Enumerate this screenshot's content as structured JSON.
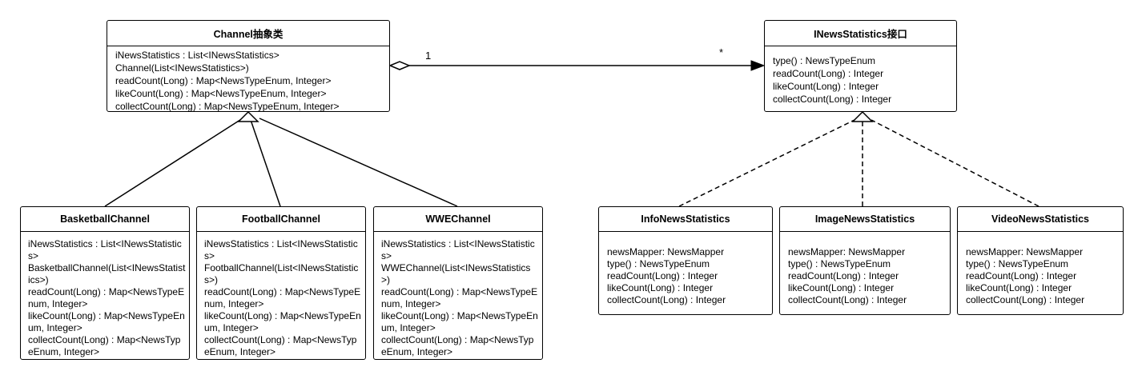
{
  "diagram": {
    "classes": {
      "channel": {
        "title": "Channel抽象类",
        "members": [
          "iNewsStatistics : List<INewsStatistics>",
          "Channel(List<INewsStatistics>)",
          "readCount(Long) : Map<NewsTypeEnum, Integer>",
          "likeCount(Long) : Map<NewsTypeEnum, Integer>",
          "collectCount(Long) : Map<NewsTypeEnum, Integer>"
        ]
      },
      "inews": {
        "title": "INewsStatistics接口",
        "members": [
          "type() : NewsTypeEnum",
          "readCount(Long) : Integer",
          "likeCount(Long) : Integer",
          "collectCount(Long) : Integer"
        ]
      },
      "basketball": {
        "title": "BasketballChannel",
        "members": [
          "iNewsStatistics : List<INewsStatistics>",
          "BasketballChannel(List<INewsStatistics>)",
          "readCount(Long) : Map<NewsTypeEnum, Integer>",
          "likeCount(Long) : Map<NewsTypeEnum, Integer>",
          "collectCount(Long) : Map<NewsTypeEnum, Integer>"
        ]
      },
      "football": {
        "title": "FootballChannel",
        "members": [
          "iNewsStatistics : List<INewsStatistics>",
          "FootballChannel(List<INewsStatistics>)",
          "readCount(Long) : Map<NewsTypeEnum, Integer>",
          "likeCount(Long) : Map<NewsTypeEnum, Integer>",
          "collectCount(Long) : Map<NewsTypeEnum, Integer>"
        ]
      },
      "wwe": {
        "title": "WWEChannel",
        "members": [
          "iNewsStatistics : List<INewsStatistics>",
          "WWEChannel(List<INewsStatistics>)",
          "readCount(Long) : Map<NewsTypeEnum, Integer>",
          "likeCount(Long) : Map<NewsTypeEnum, Integer>",
          "collectCount(Long) : Map<NewsTypeEnum, Integer>"
        ]
      },
      "info": {
        "title": "InfoNewsStatistics",
        "members": [
          "newsMapper: NewsMapper",
          "type() : NewsTypeEnum",
          "readCount(Long) : Integer",
          "likeCount(Long) : Integer",
          "collectCount(Long) : Integer"
        ]
      },
      "image": {
        "title": "ImageNewsStatistics",
        "members": [
          "newsMapper: NewsMapper",
          "type() : NewsTypeEnum",
          "readCount(Long) : Integer",
          "likeCount(Long) : Integer",
          "collectCount(Long) : Integer"
        ]
      },
      "video": {
        "title": "VideoNewsStatistics",
        "members": [
          "newsMapper: NewsMapper",
          "type() : NewsTypeEnum",
          "readCount(Long) : Integer",
          "likeCount(Long) : Integer",
          "collectCount(Long) : Integer"
        ]
      }
    },
    "association": {
      "source_multiplicity": "1",
      "target_multiplicity": "*"
    }
  }
}
